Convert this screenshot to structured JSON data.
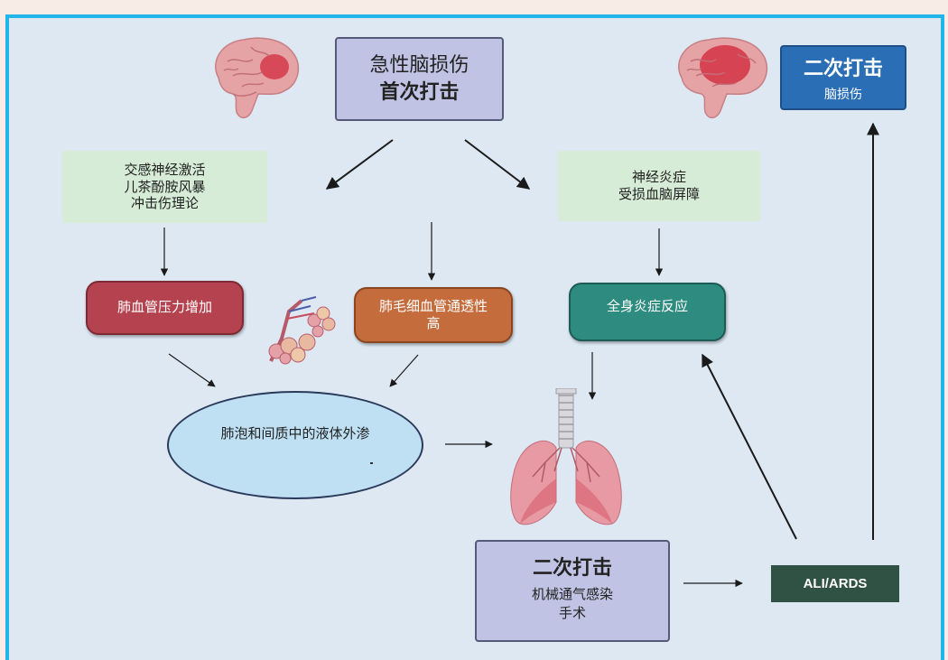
{
  "nodes": {
    "primary_hit": {
      "line1": "急性脑损伤",
      "line2": "首次打击"
    },
    "secondary_top": {
      "title": "二次打击",
      "sub": "脑损伤"
    },
    "sympathetic": {
      "line1": "交感神经激活",
      "line2": "儿茶酚胺风暴",
      "line3": "冲击伤理论"
    },
    "neuroinflammation": {
      "line1": "神经炎症",
      "line2": "受损血脑屏障"
    },
    "pulm_pressure": {
      "label": "肺血管压力增加"
    },
    "pulm_permeability": {
      "line1": "肺毛细血管通透性",
      "line2": "高"
    },
    "systemic_inflammation": {
      "label": "全身炎症反应"
    },
    "alveolar_fluid": {
      "label": "肺泡和间质中的液体外渗"
    },
    "secondary_bottom": {
      "title": "二次打击",
      "line1": "机械通气感染",
      "line2": "手术"
    },
    "ali_ards": {
      "label": "ALI/ARDS"
    }
  },
  "colors": {
    "frame_border": "#22b5ea",
    "background": "#dde8f3",
    "green_box": "#d6ecd6",
    "red_pill": "#b4434f",
    "orange_pill": "#c46c3c",
    "teal_pill": "#2e8b80",
    "blue_box": "#2a6fb5",
    "ali_box": "#2f5244",
    "ellipse": "#bfe0f3"
  },
  "icons": [
    "brain-left-icon",
    "brain-right-icon",
    "alveoli-icon",
    "lungs-icon"
  ]
}
